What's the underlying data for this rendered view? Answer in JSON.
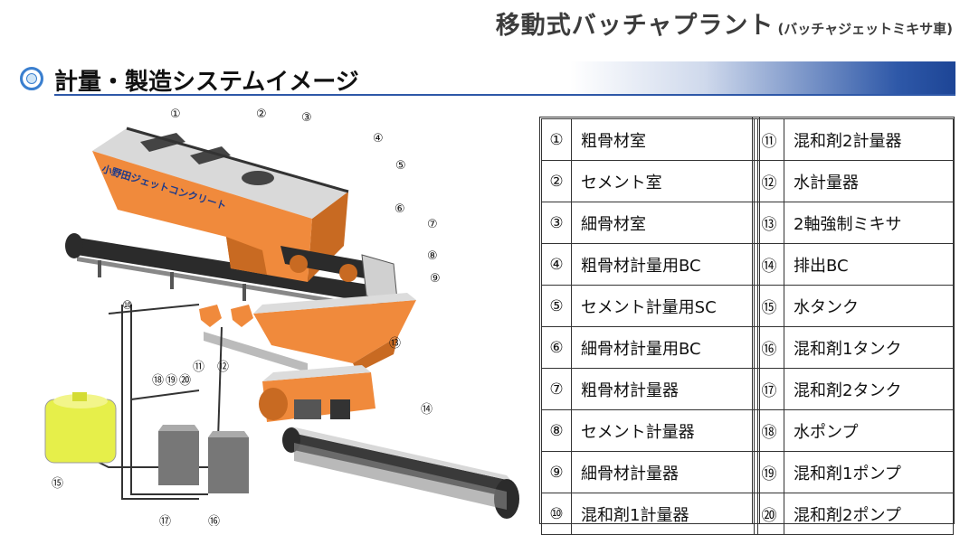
{
  "title": {
    "main": "移動式バッチャプラント",
    "sub": "(バッチャジェットミキサ車)"
  },
  "section": {
    "heading": "計量・製造システムイメージ"
  },
  "diagram": {
    "company_label": "小野田ジェットコンクリート",
    "colors": {
      "body": "#f08a3c",
      "hopper_dark": "#c86a22",
      "belt": "#2b2b2b",
      "tank": "#e6ef4a",
      "drum": "#666666"
    },
    "callouts": [
      "①",
      "②",
      "③",
      "④",
      "⑤",
      "⑥",
      "⑦",
      "⑧",
      "⑨",
      "⑩",
      "⑪",
      "⑫",
      "⑬",
      "⑭",
      "⑮",
      "⑯",
      "⑰",
      "⑱",
      "⑲",
      "⑳"
    ]
  },
  "legend": {
    "left": [
      {
        "num": "①",
        "label": "粗骨材室"
      },
      {
        "num": "②",
        "label": "セメント室"
      },
      {
        "num": "③",
        "label": "細骨材室"
      },
      {
        "num": "④",
        "label": "粗骨材計量用BC"
      },
      {
        "num": "⑤",
        "label": "セメント計量用SC"
      },
      {
        "num": "⑥",
        "label": "細骨材計量用BC"
      },
      {
        "num": "⑦",
        "label": "粗骨材計量器"
      },
      {
        "num": "⑧",
        "label": "セメント計量器"
      },
      {
        "num": "⑨",
        "label": "細骨材計量器"
      },
      {
        "num": "⑩",
        "label": "混和剤1計量器"
      }
    ],
    "right": [
      {
        "num": "⑪",
        "label": "混和剤2計量器"
      },
      {
        "num": "⑫",
        "label": "水計量器"
      },
      {
        "num": "⑬",
        "label": "2軸強制ミキサ"
      },
      {
        "num": "⑭",
        "label": "排出BC"
      },
      {
        "num": "⑮",
        "label": "水タンク"
      },
      {
        "num": "⑯",
        "label": "混和剤1タンク"
      },
      {
        "num": "⑰",
        "label": "混和剤2タンク"
      },
      {
        "num": "⑱",
        "label": "水ポンプ"
      },
      {
        "num": "⑲",
        "label": "混和剤1ポンプ"
      },
      {
        "num": "⑳",
        "label": "混和剤2ポンプ"
      }
    ]
  }
}
